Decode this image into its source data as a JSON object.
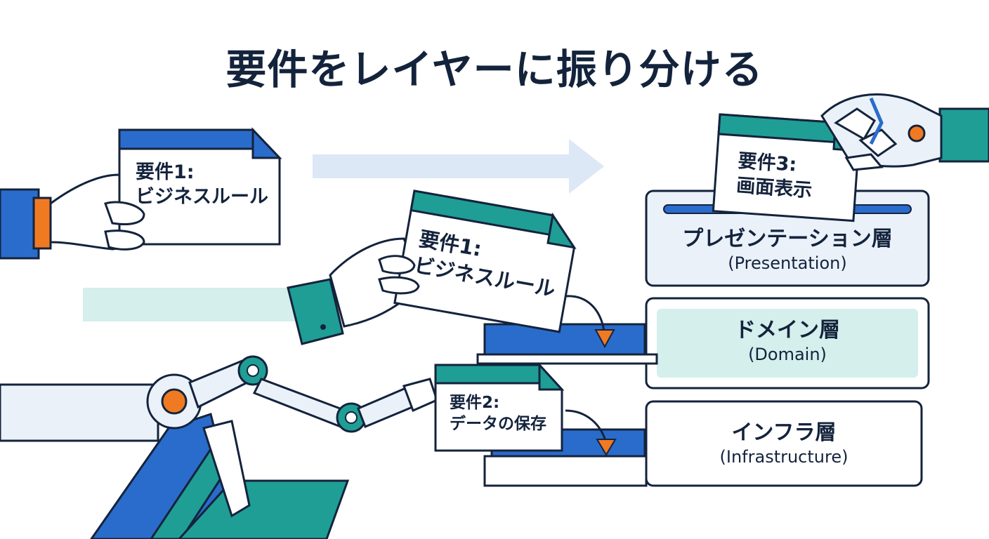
{
  "title": "要件をレイヤーに振り分ける",
  "colors": {
    "navy": "#14233c",
    "blue": "#2a6ccb",
    "teal": "#1f9e95",
    "orange": "#f07a22",
    "pale_blue": "#dde8f6",
    "pale_teal": "#d4efec",
    "panel_bg": "#eaf1f9"
  },
  "cards": [
    {
      "heading": "要件1:",
      "body": "ビジネスルール"
    },
    {
      "heading": "要件1:",
      "body": "ビジネスルール"
    },
    {
      "heading": "要件3:",
      "body": "画面表示"
    },
    {
      "heading": "要件2:",
      "body": "データの保存"
    }
  ],
  "layers": [
    {
      "name": "プレゼンテーション層",
      "en": "(Presentation)"
    },
    {
      "name": "ドメイン層",
      "en": "(Domain)"
    },
    {
      "name": "インフラ層",
      "en": "(Infrastructure)"
    }
  ]
}
